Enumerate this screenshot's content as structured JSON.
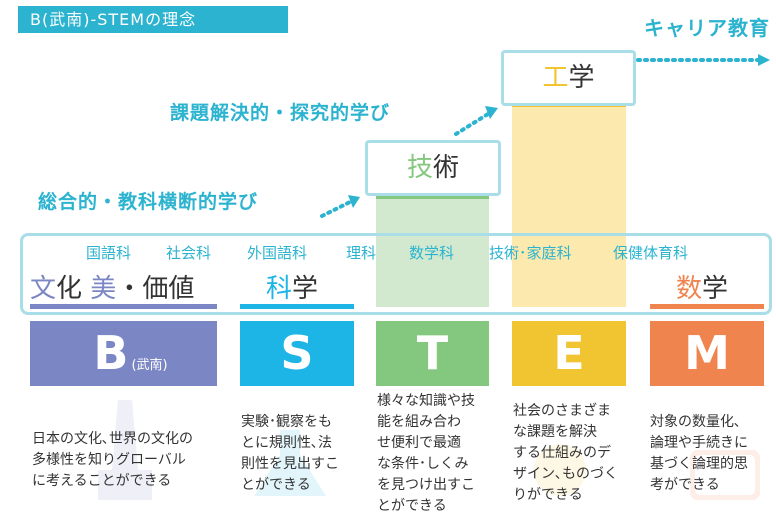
{
  "title": "B(武南)-STEMの理念",
  "career": "キャリア教育",
  "steps": {
    "step1": "総合的・教科横断的学び",
    "step2": "課題解決的・探究的学び"
  },
  "pillars": {
    "tech": {
      "accent": "技",
      "rest": "術"
    },
    "eng": {
      "accent": "工",
      "rest": "学"
    }
  },
  "subjects": [
    "国語科",
    "社会科",
    "外国語科",
    "理科",
    "数学科",
    "技術･家庭科",
    "保健体育科"
  ],
  "domains": {
    "bunka": {
      "a1": "文",
      "b1": "化",
      "a2": "美",
      "b2": "・価値"
    },
    "kagaku": {
      "a": "科",
      "b": "学"
    },
    "sugaku": {
      "a": "数",
      "b": "学"
    }
  },
  "stem": [
    {
      "letter": "B",
      "sub": "(武南)",
      "color": "#7b86c4"
    },
    {
      "letter": "S",
      "sub": "",
      "color": "#1cb5e6"
    },
    {
      "letter": "T",
      "sub": "",
      "color": "#84c77f"
    },
    {
      "letter": "E",
      "sub": "",
      "color": "#f1c431"
    },
    {
      "letter": "M",
      "sub": "",
      "color": "#f0844e"
    }
  ],
  "descriptions": {
    "b": [
      "日本の文化､世界の文化の",
      "多様性を知りグローバル",
      "に考えることができる"
    ],
    "s": [
      "実験･観察をも",
      "とに規則性､法",
      "則性を見出すこ",
      "とができる"
    ],
    "t": [
      "様々な知識や技",
      "能を組み合わ",
      "せ便利で最適",
      "な条件･しくみ",
      "を見つけ出すこ",
      "とができる"
    ],
    "e": [
      "社会のさまざま",
      "な課題を解決",
      "する仕組みのデ",
      "ザイン､ものづく",
      "りができる"
    ],
    "m": [
      "対象の数量化､",
      "論理や手続きに",
      "基づく論理的思",
      "考ができる"
    ]
  },
  "colors": {
    "accent": "#2bb3cf",
    "border": "#a9dde8",
    "b": "#7b86c4",
    "s": "#1cb5e6",
    "t": "#84c77f",
    "e": "#f1c431",
    "m": "#f0844e"
  }
}
